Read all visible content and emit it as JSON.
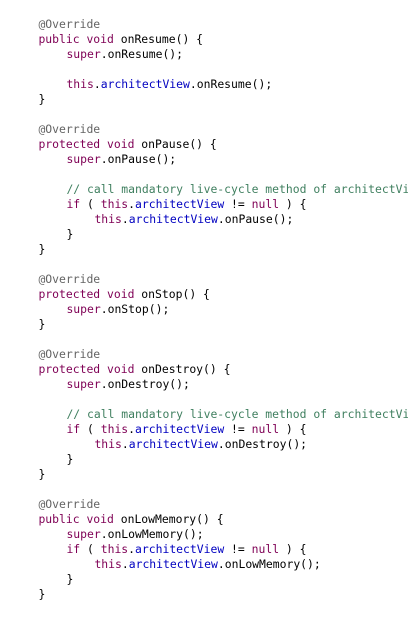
{
  "colors": {
    "background": "#ffffff",
    "annotation": "#646464",
    "keyword": "#7f0055",
    "field": "#0000c0",
    "comment": "#3f7f5f",
    "text": "#000000"
  },
  "code": {
    "lines": [
      [
        {
          "t": "annotation",
          "v": "@Override"
        }
      ],
      [
        {
          "t": "keyword",
          "v": "public void"
        },
        {
          "t": "plain",
          "v": " onResume() {"
        }
      ],
      [
        {
          "t": "keyword",
          "v": "super"
        },
        {
          "t": "plain",
          "v": ".onResume();"
        }
      ],
      [],
      [
        {
          "t": "keyword",
          "v": "this"
        },
        {
          "t": "plain",
          "v": "."
        },
        {
          "t": "field",
          "v": "architectView"
        },
        {
          "t": "plain",
          "v": ".onResume();"
        }
      ],
      [
        {
          "t": "plain",
          "v": "}"
        }
      ],
      [],
      [
        {
          "t": "annotation",
          "v": "@Override"
        }
      ],
      [
        {
          "t": "keyword",
          "v": "protected void"
        },
        {
          "t": "plain",
          "v": " onPause() {"
        }
      ],
      [
        {
          "t": "keyword",
          "v": "super"
        },
        {
          "t": "plain",
          "v": ".onPause();"
        }
      ],
      [],
      [
        {
          "t": "comment",
          "v": "// call mandatory live-cycle method of architectView"
        }
      ],
      [
        {
          "t": "keyword",
          "v": "if"
        },
        {
          "t": "plain",
          "v": " ( "
        },
        {
          "t": "keyword",
          "v": "this"
        },
        {
          "t": "plain",
          "v": "."
        },
        {
          "t": "field",
          "v": "architectView"
        },
        {
          "t": "plain",
          "v": " != "
        },
        {
          "t": "keyword",
          "v": "null"
        },
        {
          "t": "plain",
          "v": " ) {"
        }
      ],
      [
        {
          "t": "keyword",
          "v": "this"
        },
        {
          "t": "plain",
          "v": "."
        },
        {
          "t": "field",
          "v": "architectView"
        },
        {
          "t": "plain",
          "v": ".onPause();"
        }
      ],
      [
        {
          "t": "plain",
          "v": "}"
        }
      ],
      [
        {
          "t": "plain",
          "v": "}"
        }
      ],
      [],
      [
        {
          "t": "annotation",
          "v": "@Override"
        }
      ],
      [
        {
          "t": "keyword",
          "v": "protected void"
        },
        {
          "t": "plain",
          "v": " onStop() {"
        }
      ],
      [
        {
          "t": "keyword",
          "v": "super"
        },
        {
          "t": "plain",
          "v": ".onStop();"
        }
      ],
      [
        {
          "t": "plain",
          "v": "}"
        }
      ],
      [],
      [
        {
          "t": "annotation",
          "v": "@Override"
        }
      ],
      [
        {
          "t": "keyword",
          "v": "protected void"
        },
        {
          "t": "plain",
          "v": " onDestroy() {"
        }
      ],
      [
        {
          "t": "keyword",
          "v": "super"
        },
        {
          "t": "plain",
          "v": ".onDestroy();"
        }
      ],
      [],
      [
        {
          "t": "comment",
          "v": "// call mandatory live-cycle method of architectView"
        }
      ],
      [
        {
          "t": "keyword",
          "v": "if"
        },
        {
          "t": "plain",
          "v": " ( "
        },
        {
          "t": "keyword",
          "v": "this"
        },
        {
          "t": "plain",
          "v": "."
        },
        {
          "t": "field",
          "v": "architectView"
        },
        {
          "t": "plain",
          "v": " != "
        },
        {
          "t": "keyword",
          "v": "null"
        },
        {
          "t": "plain",
          "v": " ) {"
        }
      ],
      [
        {
          "t": "keyword",
          "v": "this"
        },
        {
          "t": "plain",
          "v": "."
        },
        {
          "t": "field",
          "v": "architectView"
        },
        {
          "t": "plain",
          "v": ".onDestroy();"
        }
      ],
      [
        {
          "t": "plain",
          "v": "}"
        }
      ],
      [
        {
          "t": "plain",
          "v": "}"
        }
      ],
      [],
      [
        {
          "t": "annotation",
          "v": "@Override"
        }
      ],
      [
        {
          "t": "keyword",
          "v": "public void"
        },
        {
          "t": "plain",
          "v": " onLowMemory() {"
        }
      ],
      [
        {
          "t": "keyword",
          "v": "super"
        },
        {
          "t": "plain",
          "v": ".onLowMemory();"
        }
      ],
      [
        {
          "t": "keyword",
          "v": "if"
        },
        {
          "t": "plain",
          "v": " ( "
        },
        {
          "t": "keyword",
          "v": "this"
        },
        {
          "t": "plain",
          "v": "."
        },
        {
          "t": "field",
          "v": "architectView"
        },
        {
          "t": "plain",
          "v": " != "
        },
        {
          "t": "keyword",
          "v": "null"
        },
        {
          "t": "plain",
          "v": " ) {"
        }
      ],
      [
        {
          "t": "keyword",
          "v": "this"
        },
        {
          "t": "plain",
          "v": "."
        },
        {
          "t": "field",
          "v": "architectView"
        },
        {
          "t": "plain",
          "v": ".onLowMemory();"
        }
      ],
      [
        {
          "t": "plain",
          "v": "}"
        }
      ],
      [
        {
          "t": "plain",
          "v": "}"
        }
      ]
    ]
  }
}
